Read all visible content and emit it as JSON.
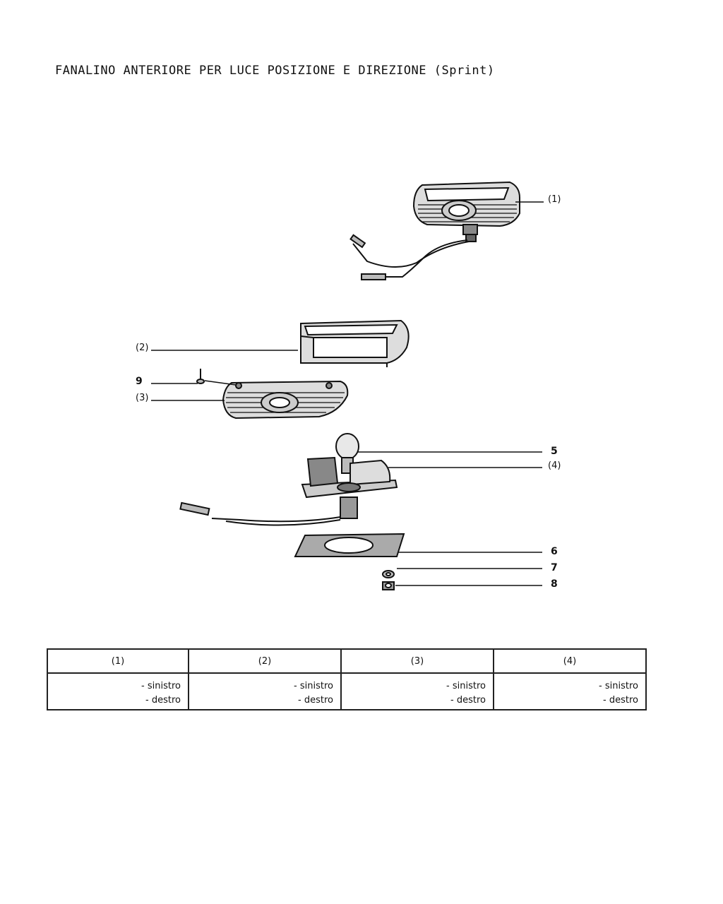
{
  "title": "FANALINO ANTERIORE PER LUCE POSIZIONE E DIREZIONE (Sprint)",
  "callouts": {
    "c1": "(1)",
    "c2": "(2)",
    "c3": "(3)",
    "c4": "(4)",
    "c5": "5",
    "c6": "6",
    "c7": "7",
    "c8": "8",
    "c9": "9"
  },
  "table": {
    "headers": [
      "(1)",
      "(2)",
      "(3)",
      "(4)"
    ],
    "rows": [
      {
        "left": "- sinistro",
        "right": "- destro"
      },
      {
        "left": "- sinistro",
        "right": "- destro"
      },
      {
        "left": "- sinistro",
        "right": "- destro"
      },
      {
        "left": "- sinistro",
        "right": "- destro"
      }
    ]
  }
}
